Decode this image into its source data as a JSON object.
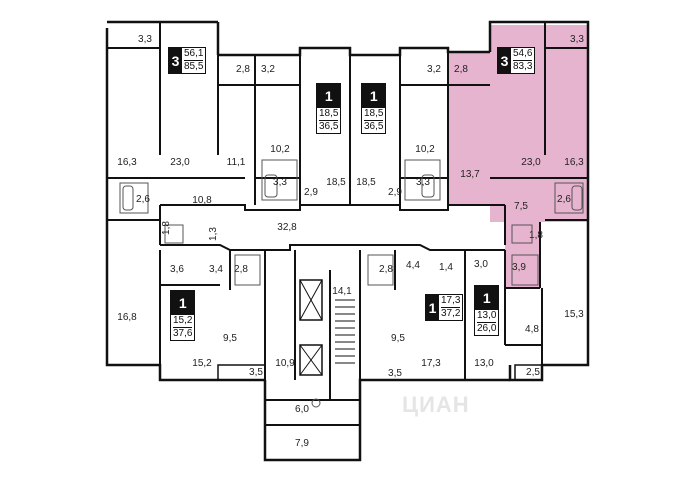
{
  "colors": {
    "wall": "#111111",
    "highlight": "#e7b4cf",
    "fixture": "#555555",
    "background": "#ffffff"
  },
  "apartments": [
    {
      "id": "apt-3-left",
      "rooms": "3",
      "living_area": "56,1",
      "total_area": "85,5"
    },
    {
      "id": "apt-1-top-a",
      "rooms": "1",
      "living_area": "18,5",
      "total_area": "36,5"
    },
    {
      "id": "apt-1-top-b",
      "rooms": "1",
      "living_area": "18,5",
      "total_area": "36,5"
    },
    {
      "id": "apt-3-right",
      "rooms": "3",
      "living_area": "54,6",
      "total_area": "83,3",
      "highlighted": true
    },
    {
      "id": "apt-1-bottom-left",
      "rooms": "1",
      "living_area": "15,2",
      "total_area": "37,6"
    },
    {
      "id": "apt-1-bottom-mid",
      "rooms": "1",
      "living_area": "17,3",
      "total_area": "37,2"
    },
    {
      "id": "apt-1-bottom-right",
      "rooms": "1",
      "living_area": "13,0",
      "total_area": "26,0"
    }
  ],
  "room_areas": [
    "3,3",
    "2,8",
    "3,2",
    "3,2",
    "2,8",
    "3,3",
    "16,3",
    "23,0",
    "11,1",
    "10,2",
    "10,2",
    "13,7",
    "23,0",
    "16,3",
    "3,3",
    "2,9",
    "18,5",
    "18,5",
    "2,9",
    "3,3",
    "2,6",
    "10,8",
    "7,5",
    "2,6",
    "1,8",
    "1,3",
    "32,8",
    "1,8",
    "3,6",
    "3,4",
    "2,8",
    "14,1",
    "2,8",
    "4,4",
    "1,4",
    "3,0",
    "3,9",
    "16,8",
    "9,5",
    "10,9",
    "9,5",
    "17,3",
    "13,0",
    "4,8",
    "15,3",
    "15,2",
    "3,5",
    "3,5",
    "2,5",
    "6,0",
    "7,9"
  ],
  "watermark": "ЦИАН"
}
